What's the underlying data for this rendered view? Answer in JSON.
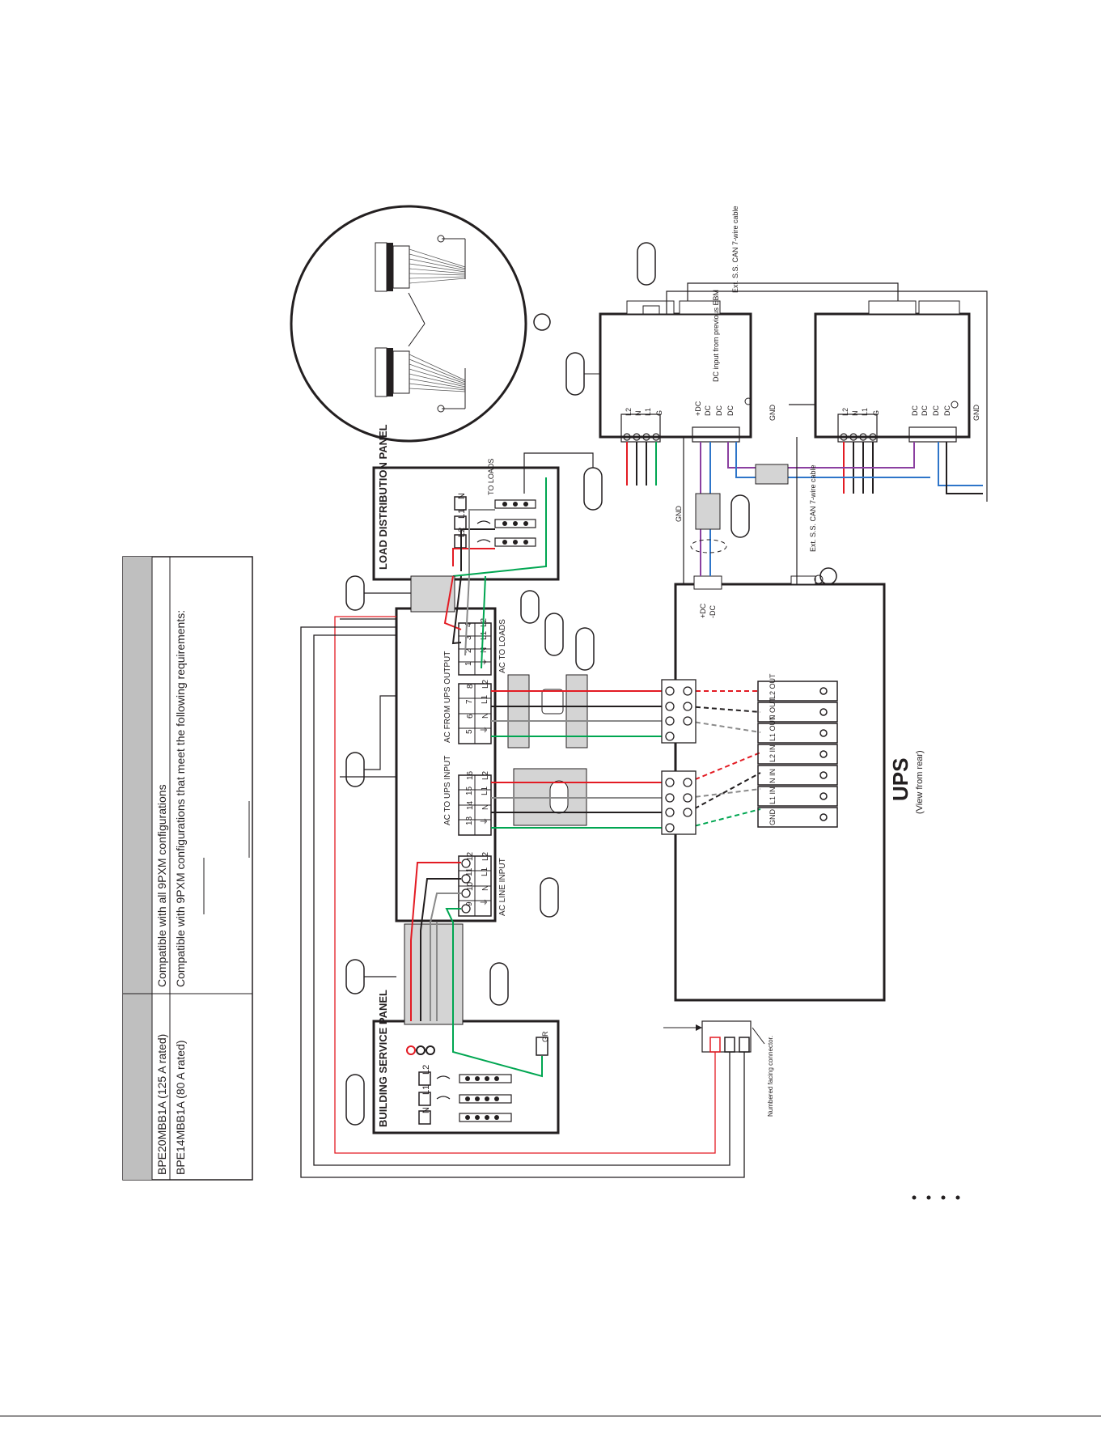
{
  "table": {
    "rows": [
      {
        "model": "BPE20MBB1A (125 A rated)",
        "description": "Compatible with all 9PXM configurations"
      },
      {
        "model": "BPE14MBB1A (80 A rated)",
        "description": "Compatible with 9PXM configurations that meet the following requirements:"
      }
    ]
  },
  "panels": {
    "building_service": "BUILDING SERVICE PANEL",
    "load_distribution": "LOAD DISTRIBUTION PANEL",
    "to_loads": "TO LOADS",
    "gr": "GR",
    "ups_title": "UPS",
    "ups_subtitle": "(View from rear)"
  },
  "terminal_blocks": {
    "line_input": {
      "label": "AC LINE INPUT",
      "numbers": [
        "9",
        "10",
        "11",
        "12"
      ],
      "phases": [
        "⏚",
        "N",
        "L1",
        "L2"
      ]
    },
    "to_ups_input": {
      "label": "AC TO UPS INPUT",
      "numbers": [
        "13",
        "14",
        "15",
        "16"
      ],
      "phases": [
        "⏚",
        "N",
        "L1",
        "L2"
      ]
    },
    "from_ups_output": {
      "label": "AC FROM UPS OUTPUT",
      "numbers": [
        "5",
        "6",
        "7",
        "8"
      ],
      "phases": [
        "⏚",
        "N",
        "L1",
        "L2"
      ]
    },
    "to_loads": {
      "label": "AC TO LOADS",
      "numbers": [
        "1",
        "2",
        "3",
        "4"
      ],
      "phases": [
        "⏚",
        "N",
        "L1",
        "L2"
      ]
    }
  },
  "ups_terminals": [
    "L2 OUT",
    "N OUT",
    "L1 OUT",
    "L2 IN",
    "N IN",
    "L1 IN",
    "GND"
  ],
  "ebm": {
    "ac_labels": [
      "L2",
      "N",
      "L1",
      "G"
    ],
    "dc_labels": [
      "+DC",
      "DC",
      "DC",
      "DC"
    ],
    "dc_labels_2": [
      "DC",
      "DC",
      "DC",
      "DC"
    ],
    "dc_input_note": "DC input from previous EBM",
    "can_cable_top": "Ext. S.S. CAN 7-wire cable",
    "can_cable_bottom": "Ext. S.S. CAN 7-wire cable",
    "gnd": "GND"
  },
  "ups_dc": [
    "+DC",
    "-DC"
  ],
  "connector_note": "Numbered facing connector.",
  "panel_labels": {
    "l1": "L1",
    "l2": "L2",
    "n": "N"
  },
  "colors": {
    "red": "#e31b23",
    "green": "#00a651",
    "purple": "#8b3fa0",
    "blue": "#2e75c9",
    "gray": "#8a8a8a",
    "shade": "#d4d4d4"
  }
}
